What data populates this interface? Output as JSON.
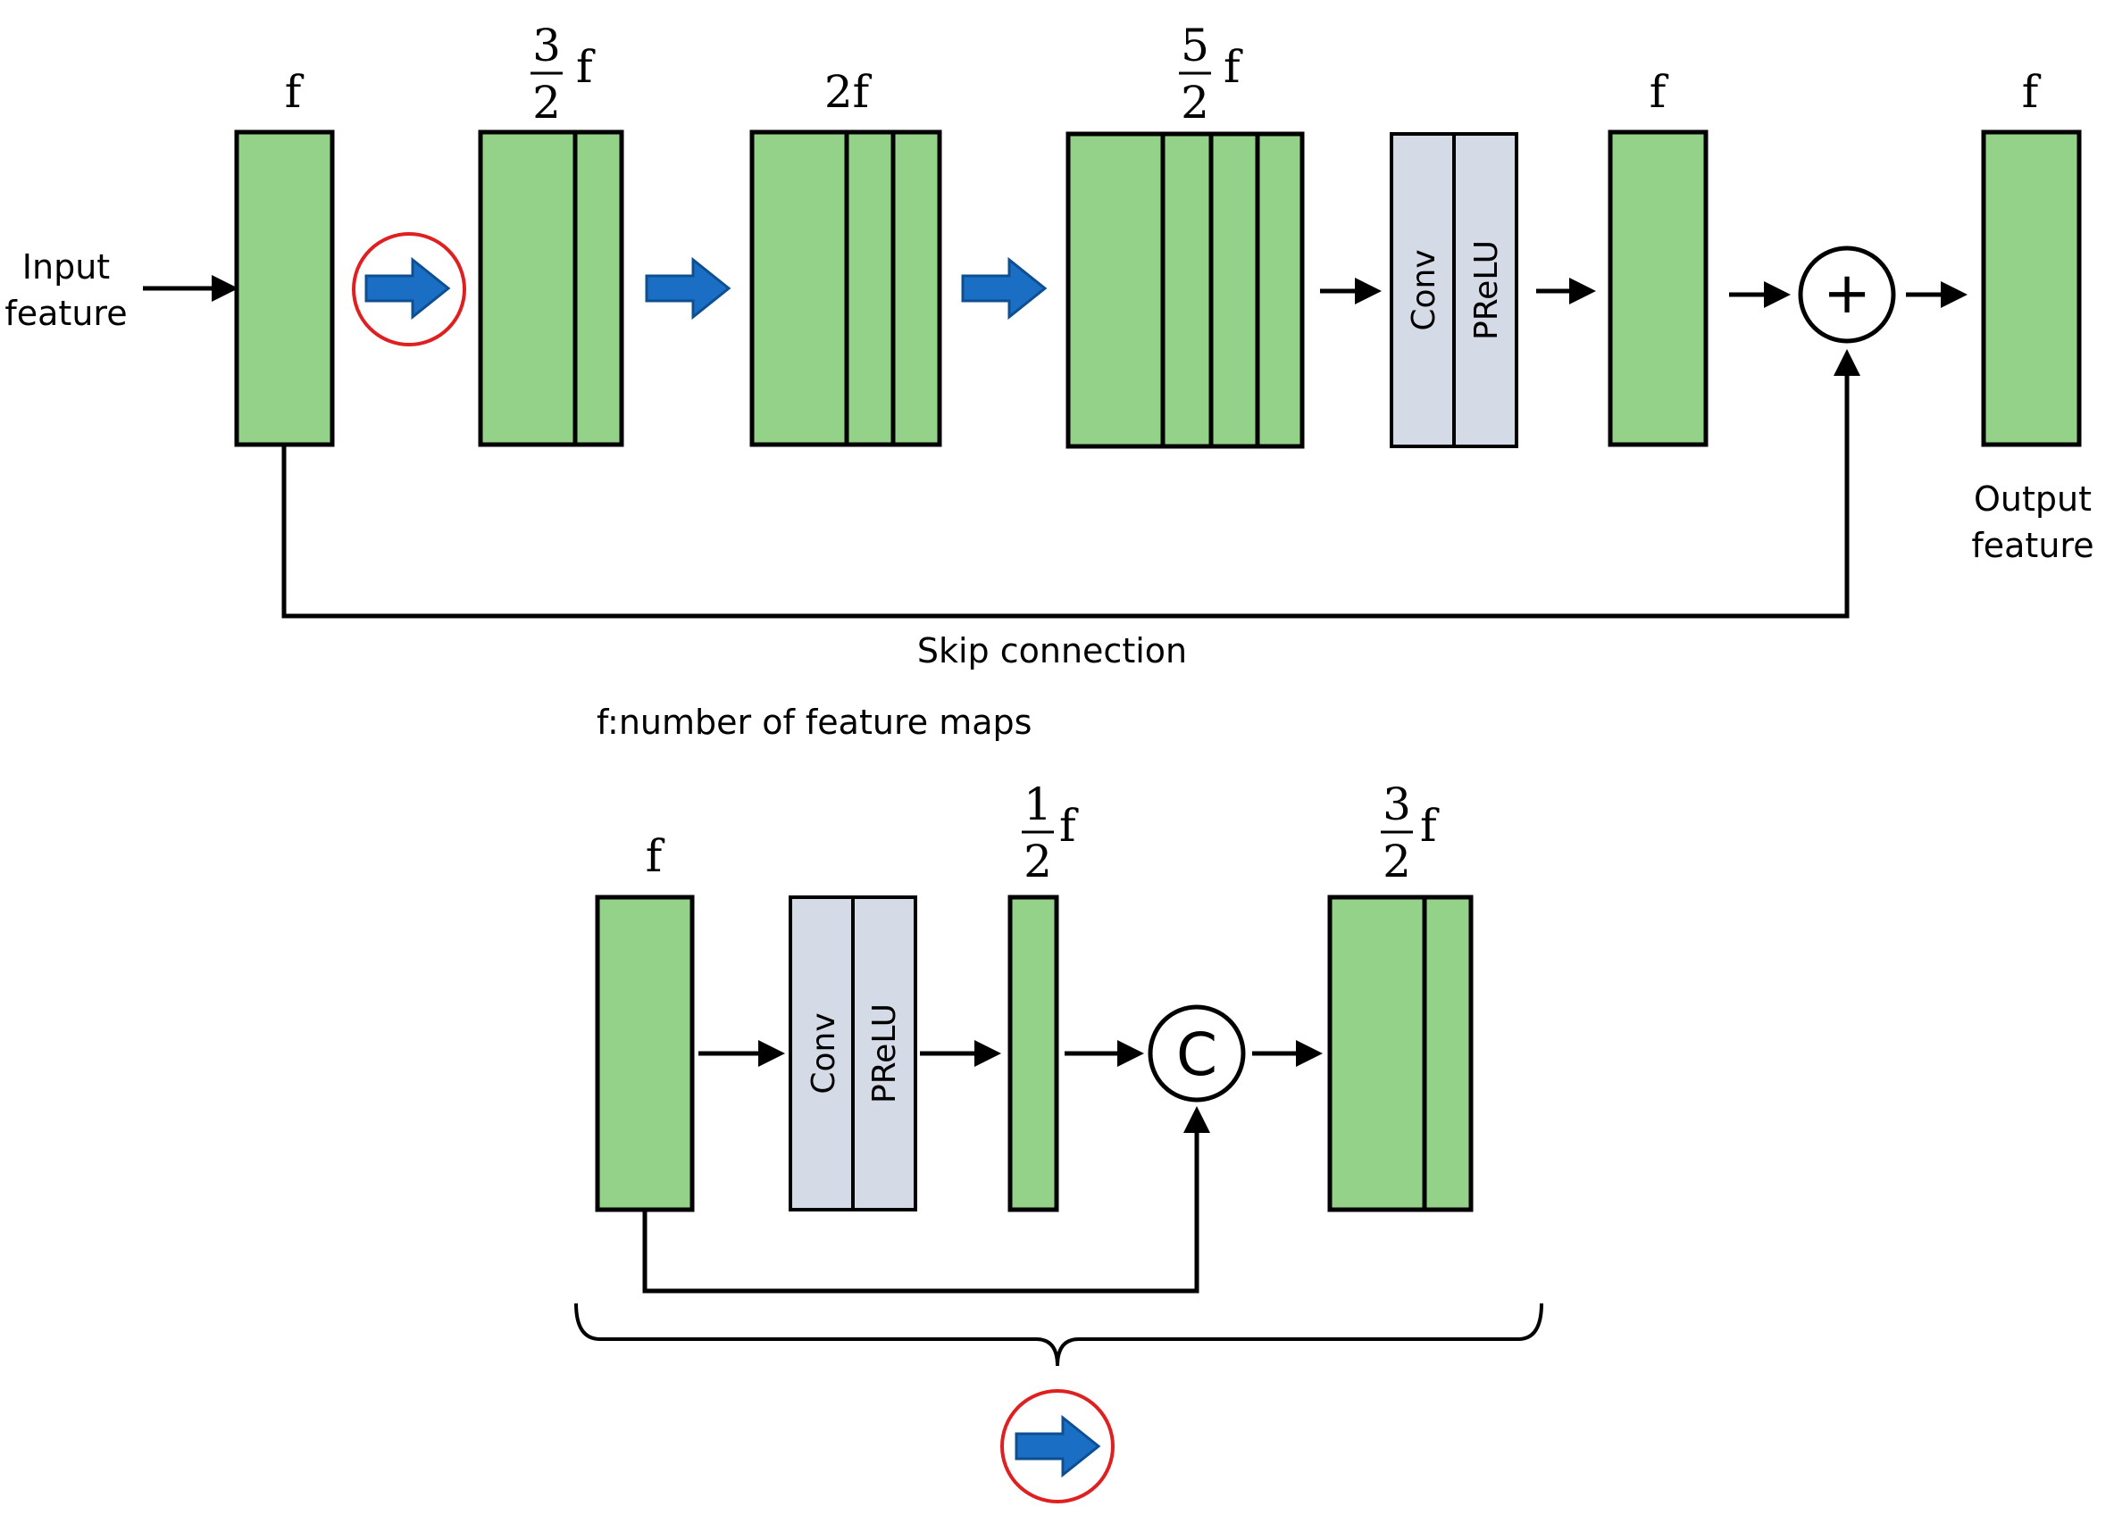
{
  "labels": {
    "input_feature": [
      "Input",
      "feature"
    ],
    "output_feature": [
      "Output",
      "feature"
    ],
    "skip_connection": "Skip connection",
    "legend": "f:number of feature maps",
    "conv": "Conv",
    "prelu": "PReLU",
    "plus": "+",
    "concat": "C"
  },
  "channel_labels": {
    "f": "f",
    "two_f": "2f",
    "three_halves": {
      "num": "3",
      "den": "2",
      "var": "f"
    },
    "five_halves": {
      "num": "5",
      "den": "2",
      "var": "f"
    },
    "one_half": {
      "num": "1",
      "den": "2",
      "var": "f"
    }
  },
  "colors": {
    "feature_block": "#93d288",
    "op_block": "#d5dbe6",
    "dense_arrow": "#1a6fc4",
    "highlight_circle": "#e02020"
  }
}
